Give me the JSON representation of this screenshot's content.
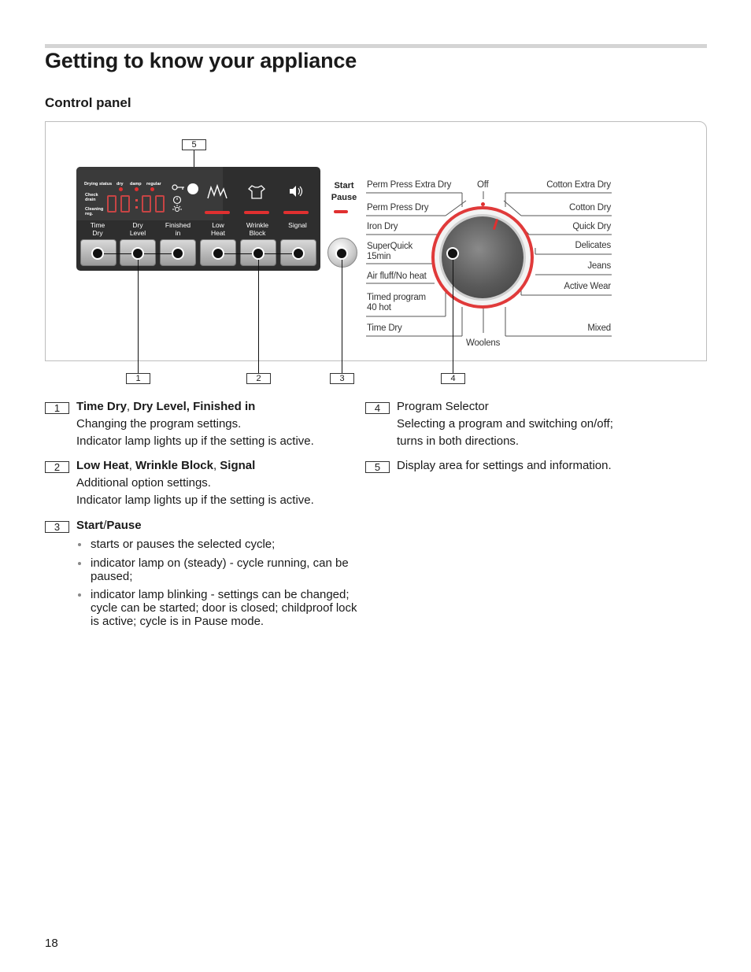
{
  "page_title": "Getting to know your appliance",
  "section_title": "Control panel",
  "figure": {
    "callouts": [
      "1",
      "2",
      "3",
      "4",
      "5"
    ],
    "display": {
      "drying_status": "Drying status",
      "dry": "dry",
      "damp": "damp",
      "regular": "regular",
      "check_drain": "Check drain",
      "cleaning": "Cleaning reg."
    },
    "option_labels": [
      "Time\nDry",
      "Dry\nLevel",
      "Finished\nin",
      "Low\nHeat",
      "Wrinkle\nBlock",
      "Signal"
    ],
    "start_label": "Start\nPause",
    "programs_left": [
      "Perm Press Extra Dry",
      "Perm Press Dry",
      "Iron Dry",
      "SuperQuick\n15min",
      "Air fluff/No heat",
      "Timed program\n40 hot",
      "Time Dry"
    ],
    "programs_right": [
      "Cotton Extra Dry",
      "Cotton Dry",
      "Quick Dry",
      "Delicates",
      "Jeans",
      "Active Wear",
      "Mixed"
    ],
    "program_off": "Off",
    "program_woolens": "Woolens"
  },
  "legend": [
    {
      "num": "1",
      "title_parts": [
        "Time Dry",
        ", ",
        "Dry Level, Finished in"
      ],
      "lines": [
        "Changing the program settings.",
        "Indicator lamp lights up if the setting is active."
      ]
    },
    {
      "num": "2",
      "title_parts": [
        "Low Heat",
        ", ",
        "Wrinkle Block",
        ", ",
        "Signal"
      ],
      "lines": [
        "Additional option settings.",
        "Indicator lamp lights up if the setting is active."
      ]
    },
    {
      "num": "3",
      "title_parts": [
        "Start",
        "/",
        "Pause"
      ],
      "bullets": [
        "starts or pauses the selected cycle;",
        "indicator lamp on (steady) - cycle running, can be paused;",
        "indicator lamp blinking - settings can be changed; cycle can be started; door is closed; childproof lock is active; cycle is in Pause mode."
      ]
    },
    {
      "num": "4",
      "title": "Program Selector",
      "lines": [
        "Selecting a program and switching on/off;",
        "turns in both directions."
      ]
    },
    {
      "num": "5",
      "title": "Display area for settings and information."
    }
  ],
  "page_number": "18"
}
